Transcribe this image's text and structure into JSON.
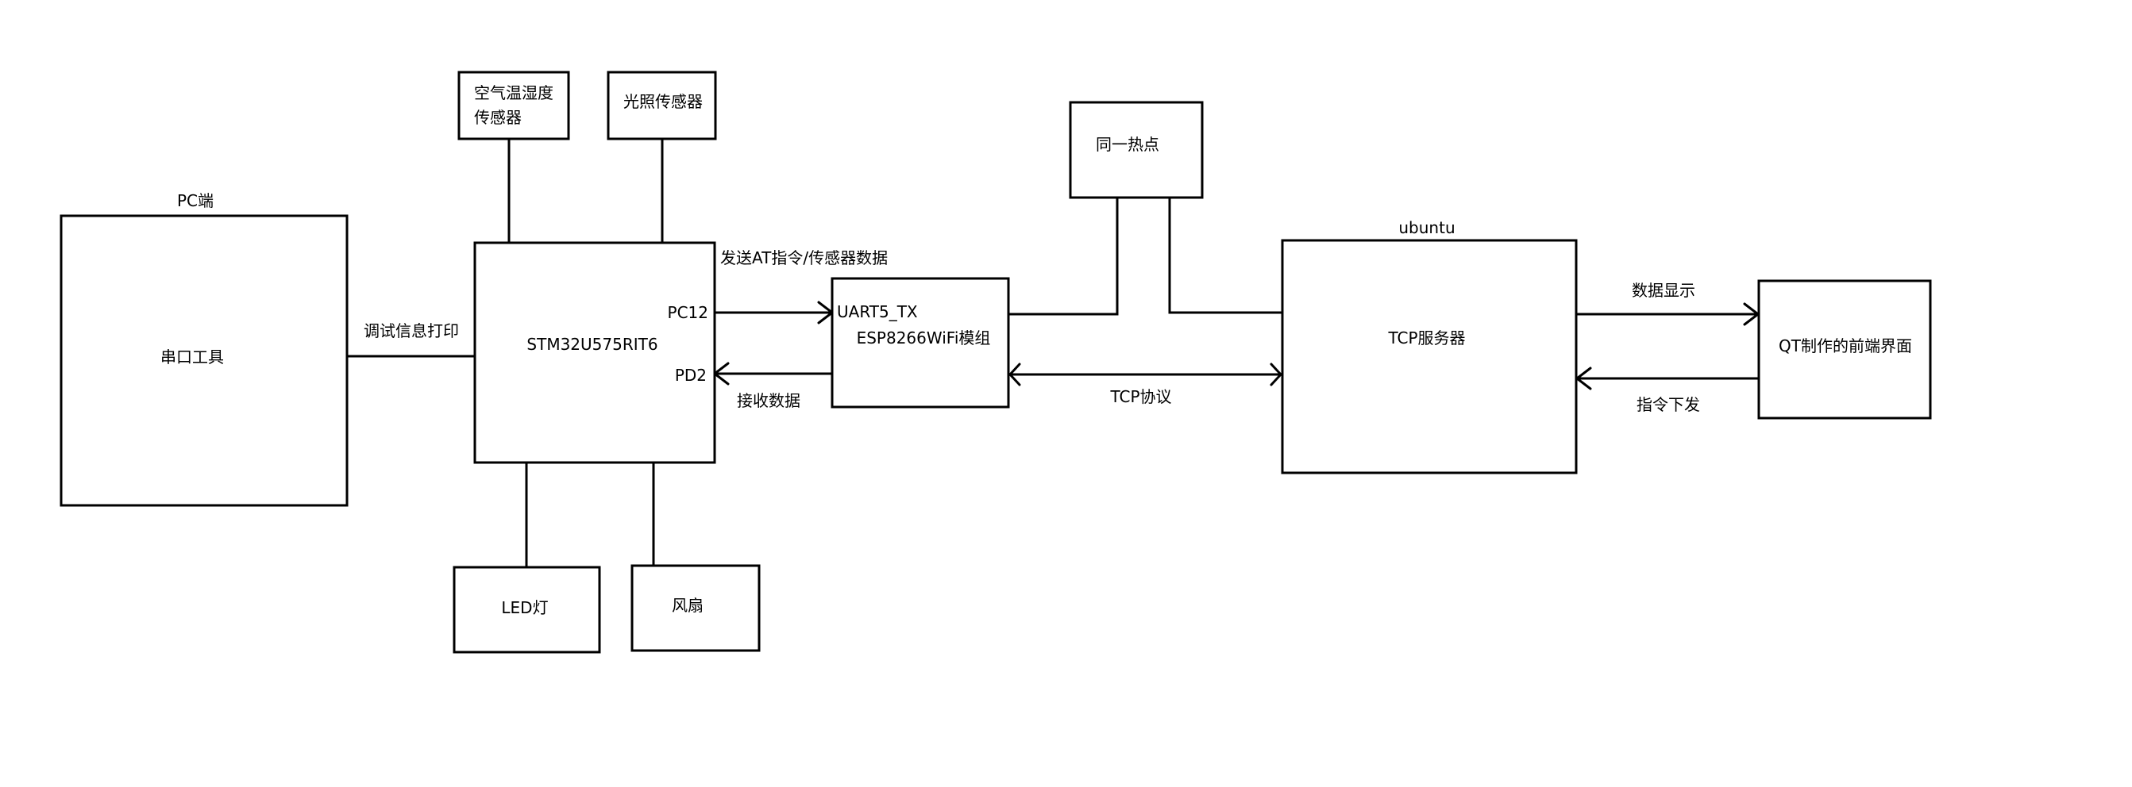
{
  "nodes": {
    "pc": {
      "label": "PC端",
      "box_label": "串口工具"
    },
    "temp_humidity_sensor": {
      "line1": "空气温湿度",
      "line2": "传感器"
    },
    "light_sensor": {
      "label": "光照传感器"
    },
    "mcu": {
      "label": "STM32U575RIT6",
      "pin_tx": "PC12",
      "pin_rx": "PD2"
    },
    "wifi_module": {
      "pin_label": "UART5_TX",
      "label": "ESP8266WiFi模组"
    },
    "hotspot": {
      "label": "同一热点"
    },
    "ubuntu": {
      "label": "ubuntu",
      "box_label": "TCP服务器"
    },
    "qt_frontend": {
      "label": "QT制作的前端界面"
    },
    "led": {
      "label": "LED灯"
    },
    "fan": {
      "label": "风扇"
    }
  },
  "edges": {
    "debug_print": "调试信息打印",
    "send_at": "发送AT指令/传感器数据",
    "receive_data": "接收数据",
    "tcp_protocol": "TCP协议",
    "data_display": "数据显示",
    "command_send": "指令下发"
  }
}
